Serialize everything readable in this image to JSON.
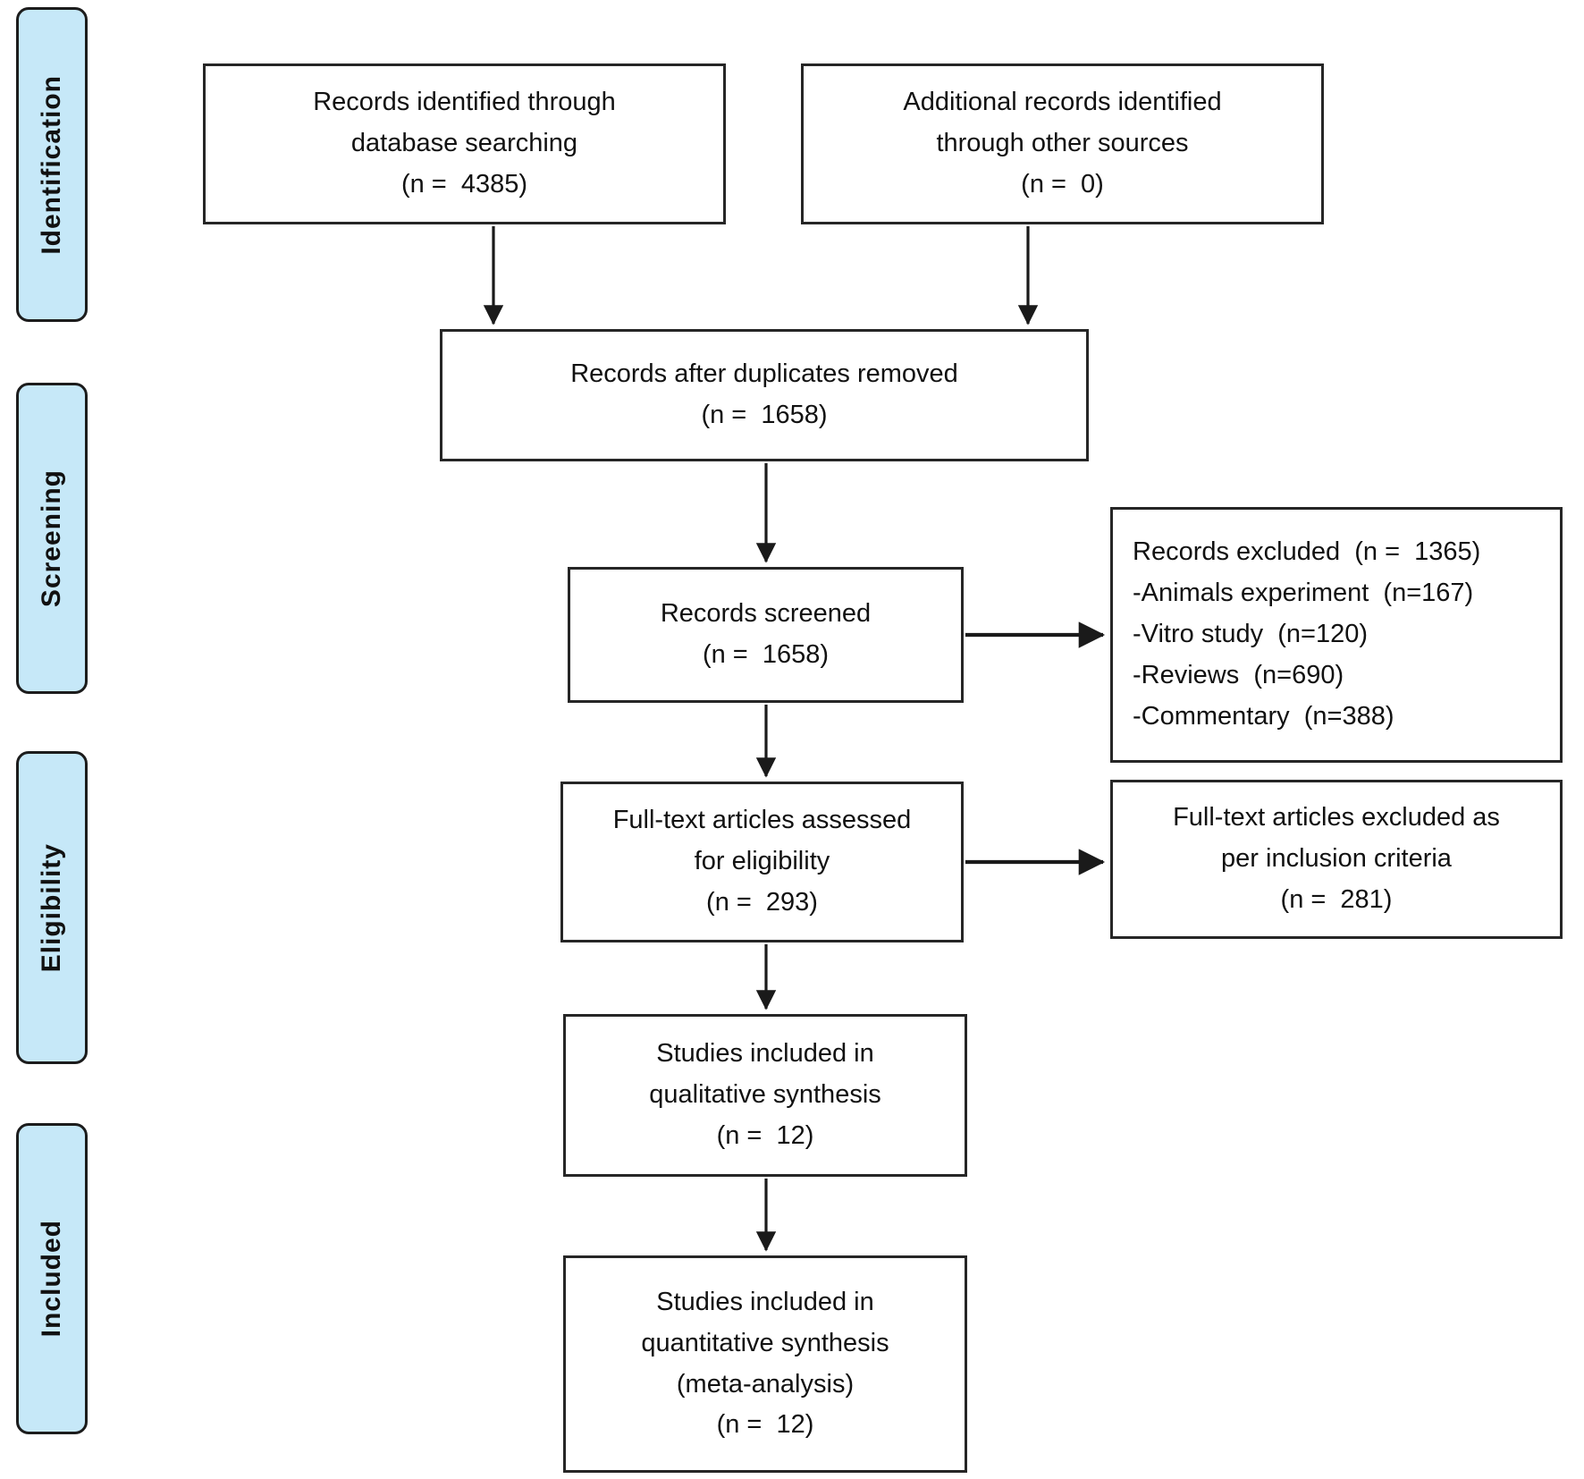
{
  "diagram": {
    "type": "prisma-flowchart",
    "colors": {
      "stage_fill": "#c6e8f8",
      "stage_border": "#1c1c1c",
      "box_border": "#262626",
      "arrow": "#1a1a1a",
      "text": "#111111",
      "background": "#ffffff"
    },
    "stages": {
      "identification": "Identification",
      "screening": "Screening",
      "eligibility": "Eligibility",
      "included": "Included"
    },
    "boxes": {
      "identified_database": {
        "line1": "Records identified through",
        "line2": "database searching",
        "line3": "(n =  4385)"
      },
      "identified_other": {
        "line1": "Additional records identified",
        "line2": "through other sources",
        "line3": "(n =  0)"
      },
      "after_duplicates": {
        "line1": "Records after duplicates removed",
        "line2": "(n =  1658)"
      },
      "screened": {
        "line1": "Records screened",
        "line2": "(n =  1658)"
      },
      "records_excluded": {
        "line1": "Records excluded  (n =  1365)",
        "line2": "-Animals experiment  (n=167)",
        "line3": "-Vitro study  (n=120)",
        "line4": "-Reviews  (n=690)",
        "line5": "-Commentary  (n=388)"
      },
      "fulltext_assessed": {
        "line1": "Full-text articles assessed",
        "line2": "for eligibility",
        "line3": "(n =  293)"
      },
      "fulltext_excluded": {
        "line1": "Full-text articles excluded as",
        "line2": "per inclusion criteria",
        "line3": "(n =  281)"
      },
      "qualitative_synthesis": {
        "line1": "Studies included in",
        "line2": "qualitative synthesis",
        "line3": "(n =  12)"
      },
      "quantitative_synthesis": {
        "line1": "Studies included in",
        "line2": "quantitative synthesis",
        "line3": "(meta-analysis)",
        "line4": "(n =  12)"
      }
    }
  }
}
